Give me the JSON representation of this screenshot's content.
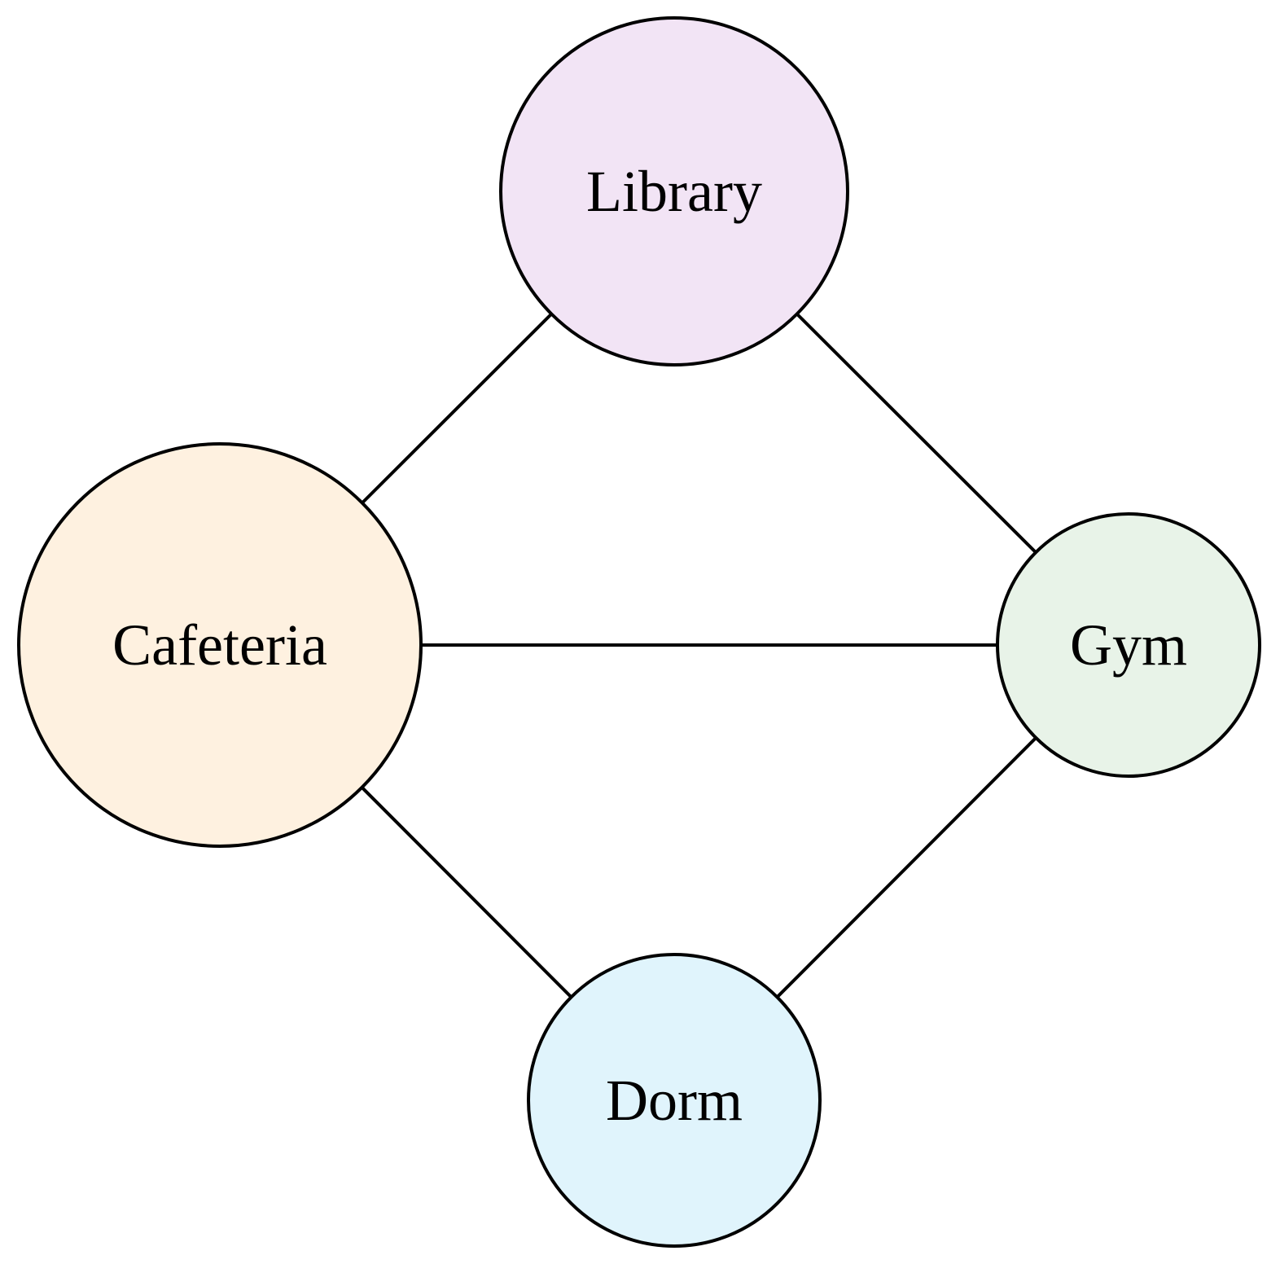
{
  "diagram": {
    "nodes": [
      {
        "id": "library",
        "label": "Library",
        "color": "#f2e4f5"
      },
      {
        "id": "cafeteria",
        "label": "Cafeteria",
        "color": "#fef1e0"
      },
      {
        "id": "gym",
        "label": "Gym",
        "color": "#e8f3e8"
      },
      {
        "id": "dorm",
        "label": "Dorm",
        "color": "#e0f4fc"
      }
    ],
    "edges": [
      {
        "from": "library",
        "to": "cafeteria"
      },
      {
        "from": "library",
        "to": "gym"
      },
      {
        "from": "cafeteria",
        "to": "gym"
      },
      {
        "from": "cafeteria",
        "to": "dorm"
      },
      {
        "from": "gym",
        "to": "dorm"
      }
    ]
  }
}
